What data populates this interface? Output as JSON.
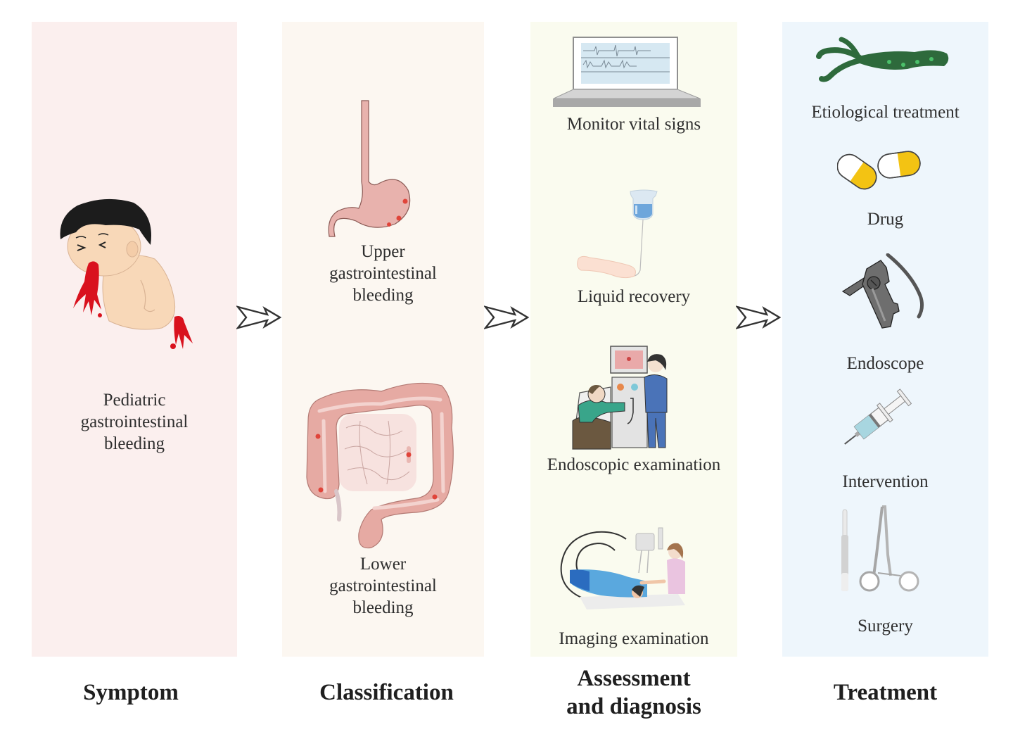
{
  "stages": {
    "symptom": {
      "title": "Symptom",
      "items": [
        {
          "label_lines": [
            "Pediatric",
            "gastrointestinal",
            "bleeding"
          ],
          "icon": "child-vomiting-blood-icon"
        }
      ]
    },
    "classification": {
      "title": "Classification",
      "items": [
        {
          "label_lines": [
            "Upper",
            "gastrointestinal",
            "bleeding"
          ],
          "icon": "stomach-icon"
        },
        {
          "label_lines": [
            "Lower",
            "gastrointestinal",
            "bleeding"
          ],
          "icon": "colon-icon"
        }
      ]
    },
    "assessment": {
      "title_lines": [
        "Assessment",
        "and diagnosis"
      ],
      "items": [
        {
          "label": "Monitor vital signs",
          "icon": "vital-signs-monitor-icon"
        },
        {
          "label": "Liquid recovery",
          "icon": "iv-drip-icon"
        },
        {
          "label": "Endoscopic examination",
          "icon": "endoscopy-exam-icon"
        },
        {
          "label": "Imaging examination",
          "icon": "ct-scanner-icon"
        }
      ]
    },
    "treatment": {
      "title": "Treatment",
      "items": [
        {
          "label": "Etiological treatment",
          "icon": "bacterium-icon"
        },
        {
          "label": "Drug",
          "icon": "capsule-pills-icon"
        },
        {
          "label": "Endoscope",
          "icon": "endoscope-icon"
        },
        {
          "label": "Intervention",
          "icon": "syringe-icon"
        },
        {
          "label": "Surgery",
          "icon": "surgical-tools-icon"
        }
      ]
    }
  },
  "colors": {
    "symptom_panel": "#fbefee",
    "classification_panel": "#fcf7f1",
    "assessment_panel": "#fafbef",
    "treatment_panel": "#eef6fc",
    "blood": "#d9121e",
    "organ": "#e8b2ad"
  }
}
